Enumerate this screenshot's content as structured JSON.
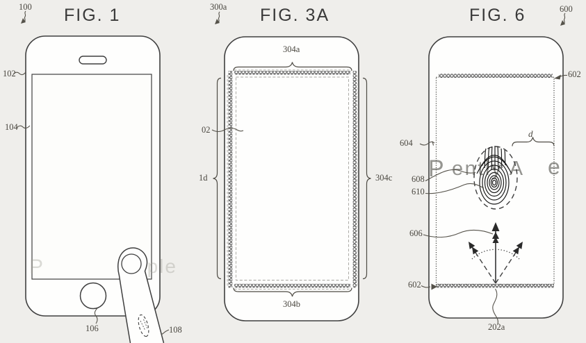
{
  "sheet": {
    "background_color": "#efeeeb",
    "line_color": "#3f3f3f",
    "label_color": "#4a4740"
  },
  "fig1": {
    "title": "FIG. 1",
    "ref_100": "100",
    "ref_102": "102",
    "ref_104": "104",
    "ref_106": "106",
    "ref_108": "108",
    "watermark_left": "P",
    "watermark_right": "pple"
  },
  "fig3a": {
    "title": "FIG. 3A",
    "ref_300a": "300a",
    "ref_304a": "304a",
    "ref_302": "02",
    "ref_1d": "1d",
    "ref_304c": "304c",
    "ref_304b": "304b"
  },
  "fig6": {
    "title": "FIG. 6",
    "ref_600": "600",
    "ref_602_top": "602",
    "ref_604": "604",
    "ref_d": "d",
    "ref_608": "608",
    "ref_610": "610",
    "ref_606": "606",
    "ref_602_bottom": "602",
    "ref_202a": "202a",
    "watermark_left": "P",
    "watermark_mid": "ently A",
    "watermark_right": "e"
  }
}
